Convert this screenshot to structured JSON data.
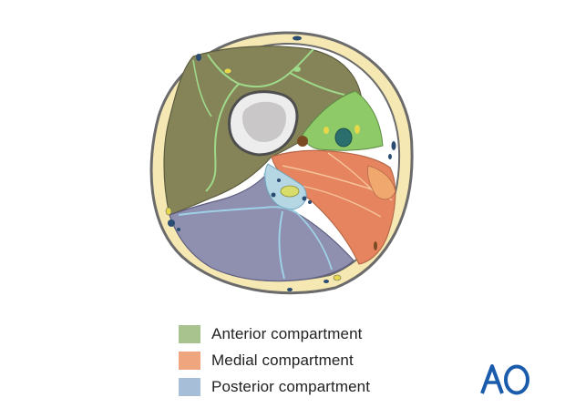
{
  "legend": {
    "items": [
      {
        "label": "Anterior compartment",
        "color": "#a9c38f"
      },
      {
        "label": "Medial compartment",
        "color": "#efa57e"
      },
      {
        "label": "Posterior compartment",
        "color": "#a7bed8"
      }
    ]
  },
  "logo": {
    "text": "AO",
    "color": "#1a5cab",
    "icon": "ao-foundation-logo"
  },
  "colors": {
    "skin": "#f6e8b3",
    "outline": "#6b6b6b",
    "anterior_muscle": "#858458",
    "posterior_muscle": "#8f8fb0",
    "medial_muscle": "#e5845f",
    "bone_cortex": "#ededed",
    "bone_marrow": "#c9c7c7",
    "anterior_fascia": "#9fd98a",
    "posterior_fascia": "#9fd1e6",
    "vessel": "#2a6e6e",
    "nerve": "#e6d84a"
  }
}
